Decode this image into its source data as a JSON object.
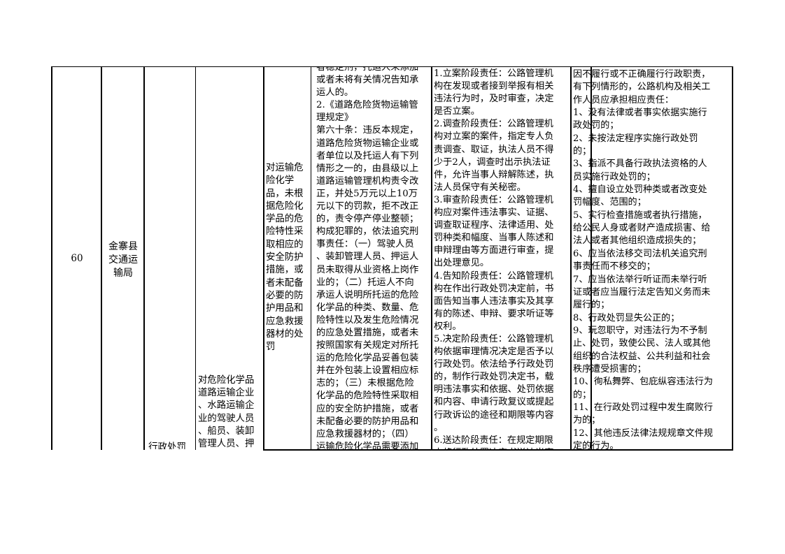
{
  "row": {
    "number": "60",
    "dept": "金寨县\n交通运\n输局",
    "item_name": "对危险化学品\n道路运输企业\n、水路运输企\n业的驾驶人员\n、船员、装卸\n管理人员、押",
    "category_partial": "行政处罚",
    "sub_item": "对运输危\n险化学\n品，未根\n据危险化\n学品的危\n险特性采\n取相应的\n安全防护\n措施，或\n者未配备\n必要的防\n护用品和\n应急救援\n器材的处\n罚",
    "basis": "者稳定剂，托运人未添加\n或者未将有关情况告知承\n运人的。\n2.《道路危险货物运输管\n理规定》\n第六十条：违反本规定，\n道路危险货物运输企业或\n者单位以及托运人有下列\n情形之一的，由县级以上\n道路运输管理机构责令改\n正，并处5万元以上10万\n元以下的罚款，拒不改正\n的，责令停产停业整顿；\n构成犯罪的，依法追究刑\n事责任：（一）驾驶人员\n、装卸管理人员、押运人\n员未取得从业资格上岗作\n业的；（二）托运人不向\n承运人说明所托运的危险\n化学品的种类、数量、危\n险特性以及发生危险情况\n的应急处置措施，或者未\n按照国家有关规定对所托\n运的危险化学品妥善包装\n并在外包装上设置相应标\n志的；（三）未根据危险\n化学品的危险特性采取相\n应的安全防护措施，或者\n未配备必要的防护用品和\n应急救援器材的；（四）\n运输危险化学品需要添加",
    "responsibility": "1.立案阶段责任：公路管理机\n构在发现或者接到举报有相关\n违法行为时，及时审查，决定\n是否立案。\n2.调查阶段责任：公路管理机\n构对立案的案件，指定专人负\n责调查、取证，执法人员不得\n少于2人，调查时出示执法证\n件，允许当事人辩解陈述，执\n法人员保守有关秘密。\n3.审查阶段责任：公路管理机\n构应对案件违法事实、证据、\n调查取证程序、法律适用、处\n罚种类和幅度、当事人陈述和\n申辩理由等方面进行审查，提\n出处理意见。\n4.告知阶段责任：公路管理机\n构在作出行政处罚决定前，书\n面告知当事人违法事实及其享\n有的陈述、申辩、要求听证等\n权利。\n5.决定阶段责任：公路管理机\n构依据审理情况决定是否予以\n行政处罚。依法给予行政处罚\n的，制作行政处罚决定书，载\n明违法事实和依据、处罚依据\n和内容、申请行政复议或提起\n行政诉讼的途径和期限等内容\n。\n6.送达阶段责任：在规定期限\n内将行政处罚决定书送达当事",
    "accountability": "因不履行或不正确履行行政职责，\n有下列情形的，公路机构及相关工\n作人员应承担相应责任：\n1、没有法律或者事实依据实施行\n政处罚的；\n2、未按法定程序实施行政处罚\n的；\n3、指派不具备行政执法资格的人\n员实施行政处罚的；\n4、擅自设立处罚种类或者改变处\n罚幅度、范围的；\n5、实行检查措施或者执行措施，\n给公民人身或者财产造成损害、给\n法人或者其他组织造成损失的；\n6、应当依法移交司法机关追究刑\n事责任而不移交的；\n7、应当依法举行听证而未举行听\n证或者应当履行法定告知义务而未\n履行的；\n8、行政处罚显失公正的；\n9、玩忽职守，对违法行为不予制\n止、处罚，致使公民、法人或其他\n组织的合法权益、公共利益和社会\n秩序遭受损害的；\n10、徇私舞弊、包庇纵容违法行为\n的；\n11、在行政处罚过程中发生腐败行\n为的；\n12、其他违反法律法规规章文件规\n定的行为。"
  }
}
